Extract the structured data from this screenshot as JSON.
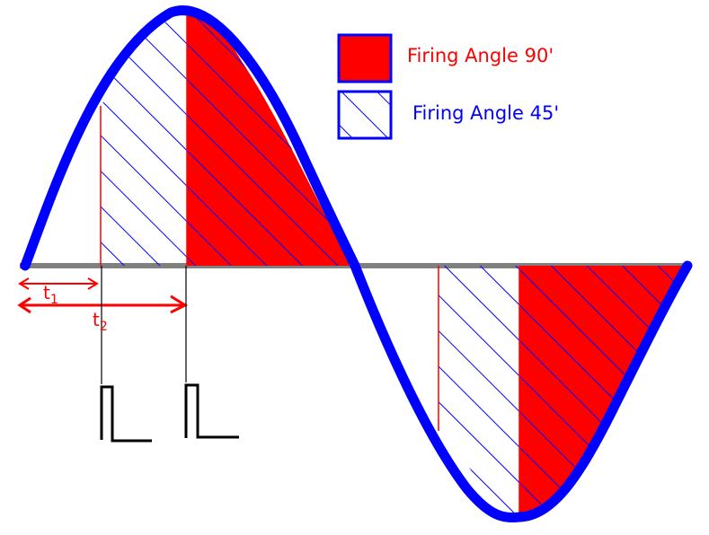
{
  "diagram": {
    "title": "",
    "legend": [
      {
        "label": "Firing Angle 90'",
        "style": "solid-fill",
        "fill": "#ff0000",
        "border": "#0000ff",
        "text_color": "#ff0000"
      },
      {
        "label": "Firing Angle 45'",
        "style": "hatched",
        "fill": "#ffffff",
        "border": "#0000ff",
        "text_color": "#0000ff"
      }
    ],
    "labels": {
      "t1": "t",
      "t1_sub": "1",
      "t2": "t",
      "t2_sub": "2"
    },
    "colors": {
      "waveform": "#0000ff",
      "axis": "#808080",
      "fill_90": "#ff0000",
      "hatch": "#0000ff",
      "marker": "#ff0000",
      "pulse": "#000000"
    },
    "waveform": {
      "type": "sine",
      "cycles": 1,
      "annotations": [
        "firing at 45 degrees (t1)",
        "firing at 90 degrees (t2)",
        "gate trigger pulses"
      ]
    }
  }
}
